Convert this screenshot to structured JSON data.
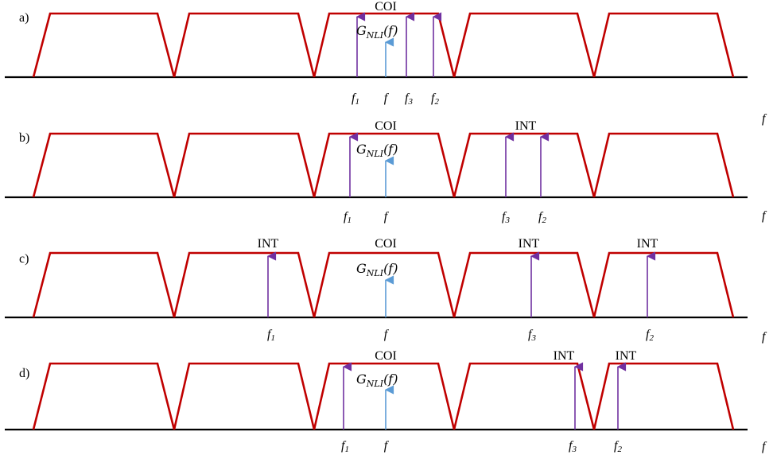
{
  "colors": {
    "channel": "#c00000",
    "axis": "#000000",
    "interferer_arrow": "#7030a0",
    "coi_arrow": "#5b9bd5"
  },
  "g_label": {
    "main": "G",
    "sub": "NLI",
    "arg": "(f)"
  },
  "panels": [
    {
      "tag": "a)",
      "axis_label": "f",
      "channel_labels": [
        {
          "text": "COI",
          "channel": 2
        }
      ],
      "freq_labels": [
        {
          "letter": "f",
          "sub": "1"
        },
        {
          "letter": "f",
          "sub": ""
        },
        {
          "letter": "f",
          "sub": "3"
        },
        {
          "letter": "f",
          "sub": "2"
        }
      ]
    },
    {
      "tag": "b)",
      "axis_label": "f",
      "channel_labels": [
        {
          "text": "COI",
          "channel": 2
        },
        {
          "text": "INT",
          "channel": 3
        }
      ],
      "freq_labels": [
        {
          "letter": "f",
          "sub": "1"
        },
        {
          "letter": "f",
          "sub": ""
        },
        {
          "letter": "f",
          "sub": "3"
        },
        {
          "letter": "f",
          "sub": "2"
        }
      ]
    },
    {
      "tag": "c)",
      "axis_label": "f",
      "channel_labels": [
        {
          "text": "INT",
          "channel": 1
        },
        {
          "text": "COI",
          "channel": 2
        },
        {
          "text": "INT",
          "channel": 3
        },
        {
          "text": "INT",
          "channel": 4
        }
      ],
      "freq_labels": [
        {
          "letter": "f",
          "sub": "1"
        },
        {
          "letter": "f",
          "sub": ""
        },
        {
          "letter": "f",
          "sub": "3"
        },
        {
          "letter": "f",
          "sub": "2"
        }
      ]
    },
    {
      "tag": "d)",
      "axis_label": "f",
      "channel_labels": [
        {
          "text": "COI",
          "channel": 2
        },
        {
          "text": "INT",
          "channel": 3
        },
        {
          "text": "INT",
          "channel": 4
        }
      ],
      "freq_labels": [
        {
          "letter": "f",
          "sub": "1"
        },
        {
          "letter": "f",
          "sub": ""
        },
        {
          "letter": "f",
          "sub": "3"
        },
        {
          "letter": "f",
          "sub": "2"
        }
      ]
    }
  ]
}
